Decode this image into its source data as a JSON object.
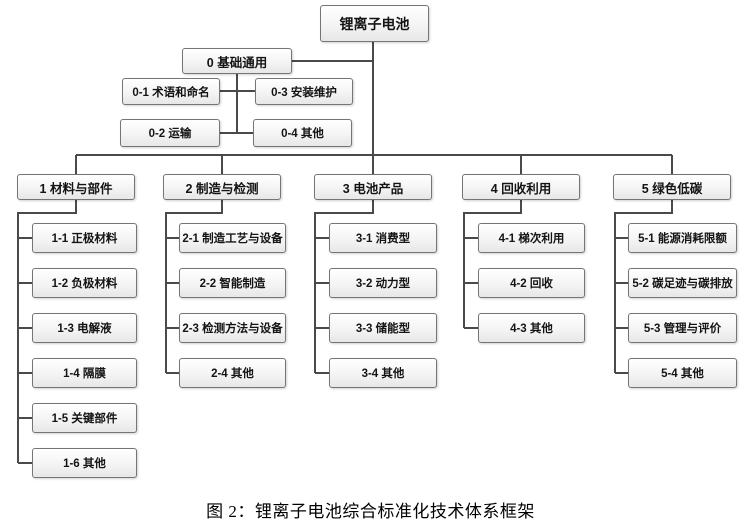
{
  "root": {
    "label": "锂离子电池"
  },
  "general": {
    "label": "0 基础通用",
    "children": [
      {
        "label": "0-1 术语和命名"
      },
      {
        "label": "0-2 运输"
      },
      {
        "label": "0-3 安装维护"
      },
      {
        "label": "0-4 其他"
      }
    ]
  },
  "branches": [
    {
      "label": "1 材料与部件",
      "items": [
        "1-1 正极材料",
        "1-2 负极材料",
        "1-3 电解液",
        "1-4 隔膜",
        "1-5 关键部件",
        "1-6 其他"
      ]
    },
    {
      "label": "2 制造与检测",
      "items": [
        "2-1 制造工艺与设备",
        "2-2 智能制造",
        "2-3 检测方法与设备",
        "2-4 其他"
      ]
    },
    {
      "label": "3 电池产品",
      "items": [
        "3-1 消费型",
        "3-2 动力型",
        "3-3 储能型",
        "3-4 其他"
      ]
    },
    {
      "label": "4 回收利用",
      "items": [
        "4-1 梯次利用",
        "4-2 回收",
        "4-3 其他"
      ]
    },
    {
      "label": "5 绿色低碳",
      "items": [
        "5-1 能源消耗限额",
        "5-2 碳足迹与碳排放",
        "5-3 管理与评价",
        "5-4 其他"
      ]
    }
  ],
  "caption": "图 2：锂离子电池综合标准化技术体系框架",
  "colors": {
    "box_border": "#757575",
    "box_fill_top": "#ffffff",
    "box_fill_bottom": "#e7e7e7",
    "connector": "#4a4a4a",
    "text": "#141414",
    "background": "#ffffff"
  }
}
